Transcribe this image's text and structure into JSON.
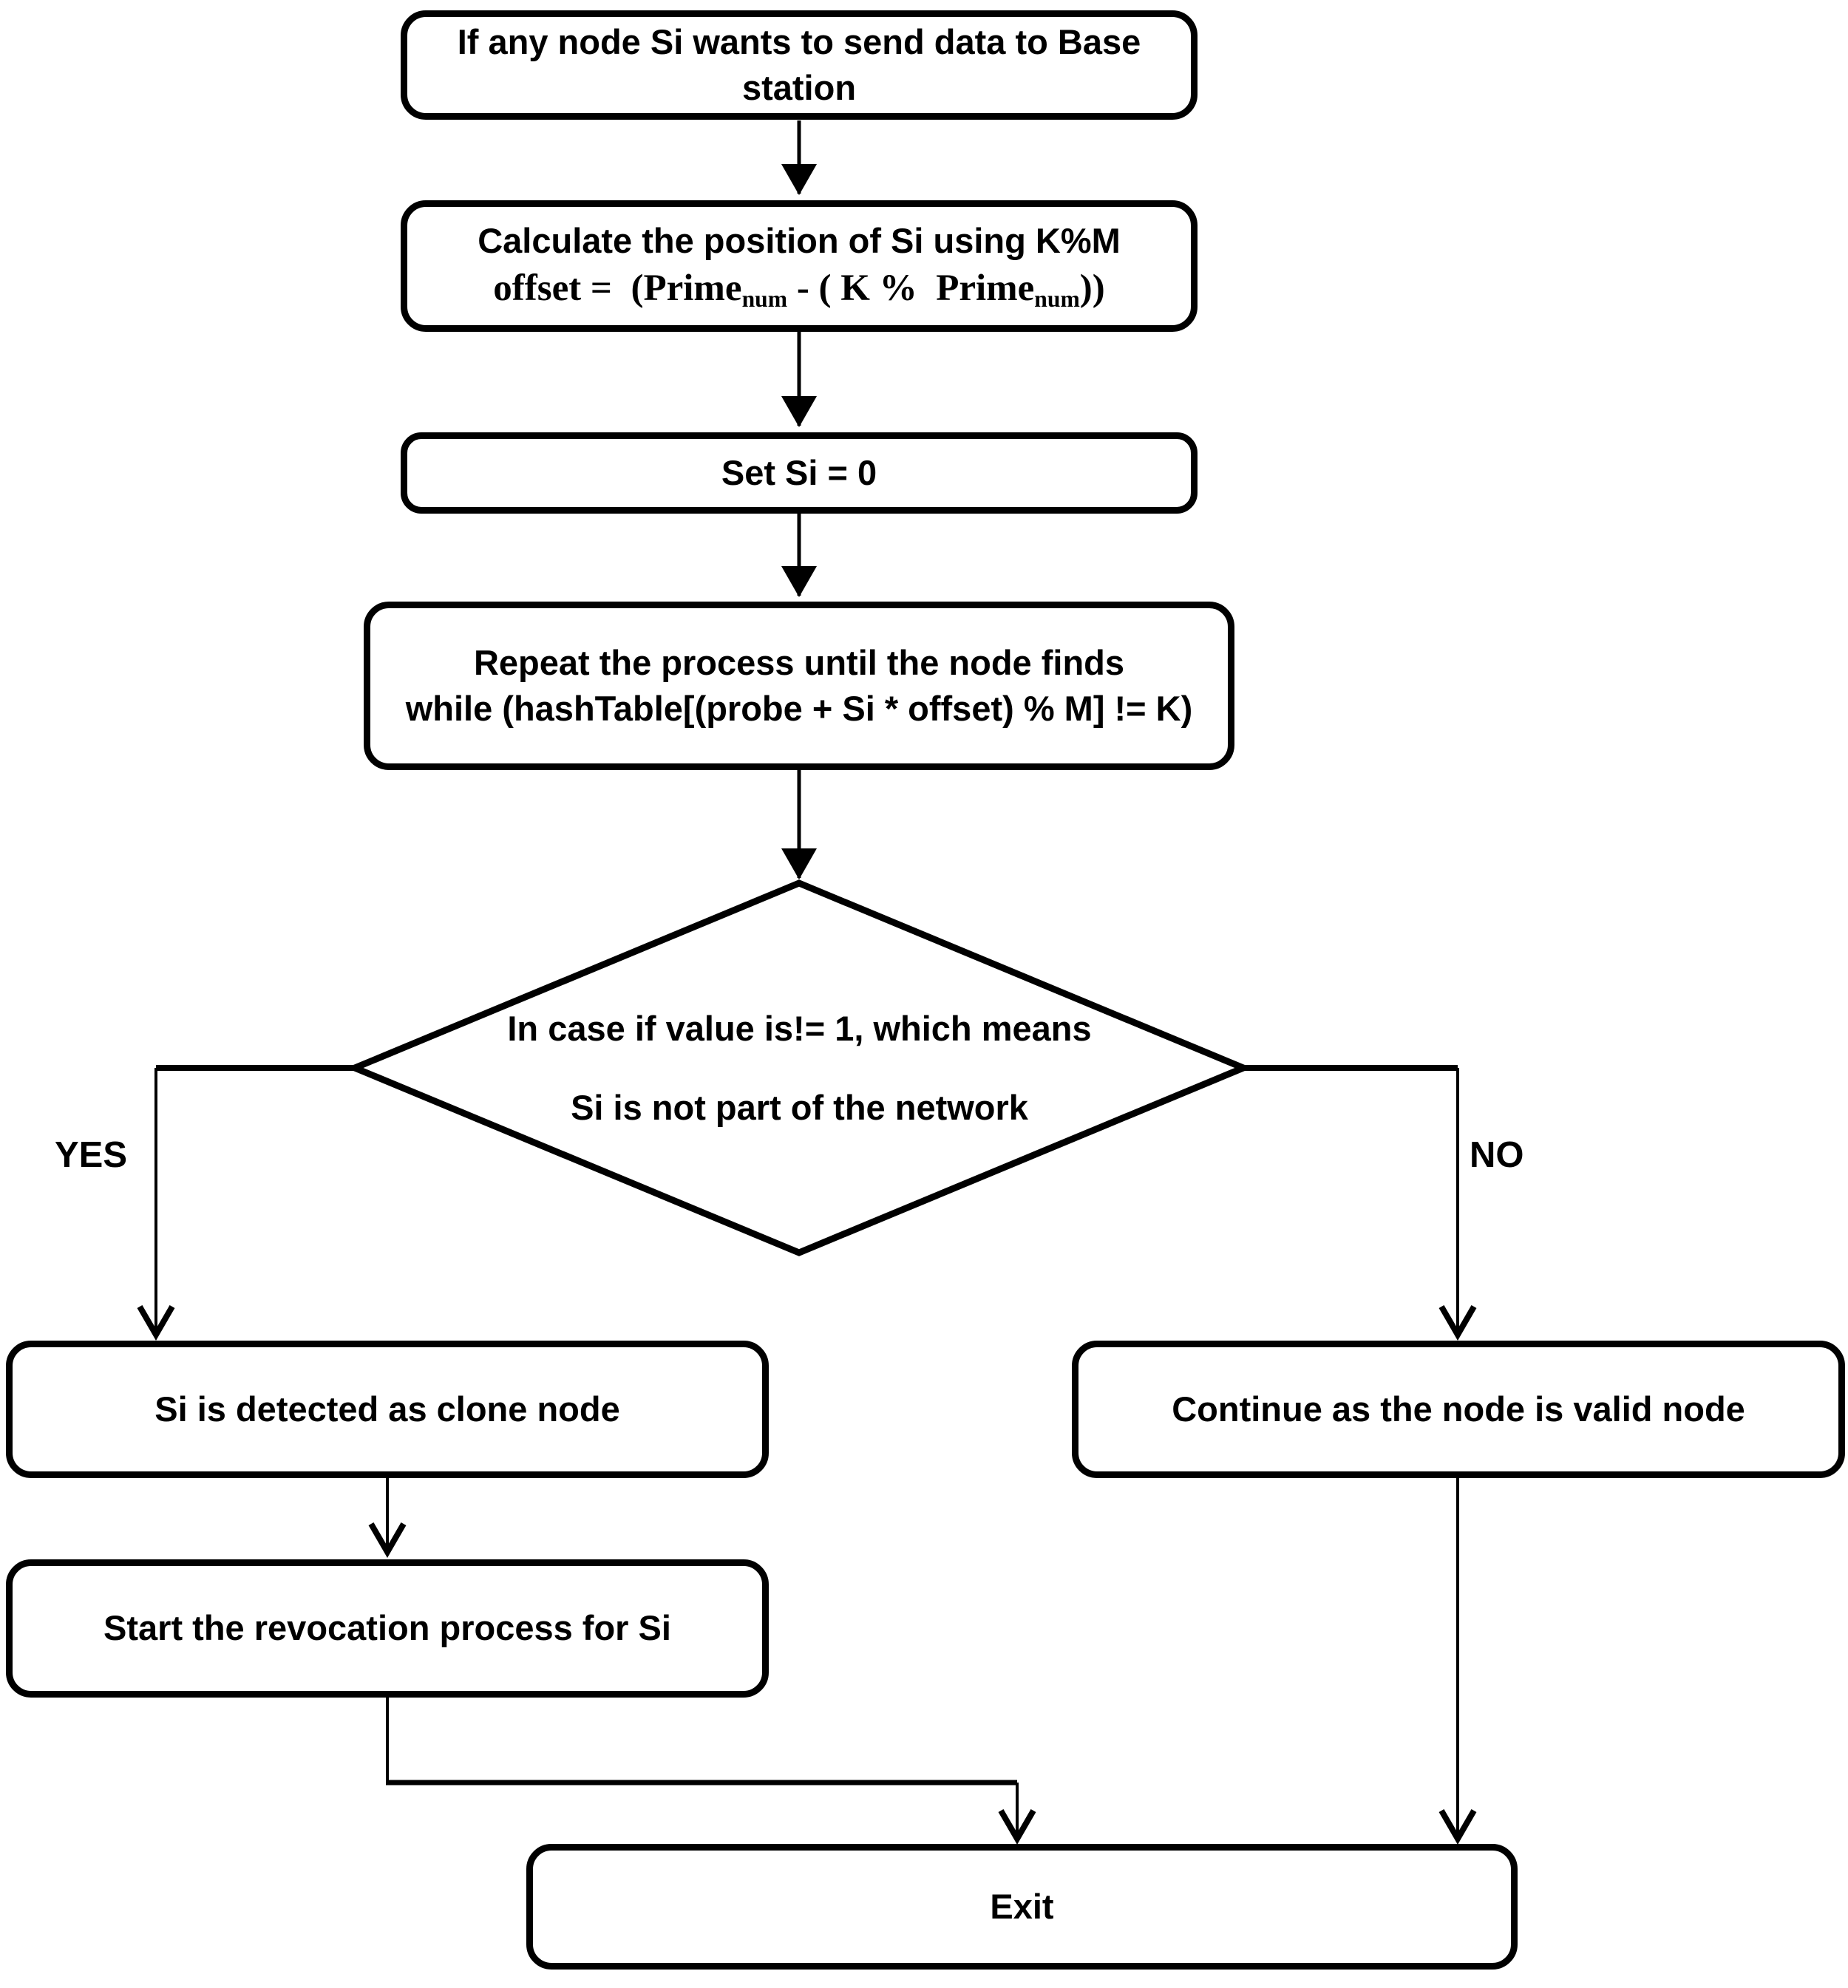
{
  "diagram": {
    "title": "Clone node detection flowchart",
    "colors": {
      "stroke": "#000000",
      "fill": "#ffffff",
      "background": "#ffffff"
    },
    "nodes": {
      "start": {
        "line1": "If any node Si wants to send data to Base",
        "line2": "station"
      },
      "calc": {
        "line1": "Calculate the position of Si using K%M",
        "formula": {
          "p1": "offset =  (Prime",
          "sub1": "num",
          "p2": " - ( K %  Prime",
          "sub2": "num",
          "p3": "))"
        }
      },
      "set": {
        "line1": "Set Si = 0"
      },
      "repeat": {
        "line1": "Repeat the process until the node finds",
        "line2_bold": "while",
        "line2_rest": " (hashTable[(probe + Si * offset) % M] != K)"
      },
      "decision": {
        "line1_pre": "In case ",
        "line1_bold": "if",
        "line1_post": " value is!= 1, which means",
        "line2": "Si is not part of the network"
      },
      "clone": {
        "line1": "Si is detected as clone node"
      },
      "valid": {
        "line1": "Continue as the node is valid node"
      },
      "revoke": {
        "line1": "Start the revocation process for Si"
      },
      "exit": {
        "line1": "Exit"
      }
    },
    "labels": {
      "yes": "YES",
      "no": "NO"
    }
  }
}
